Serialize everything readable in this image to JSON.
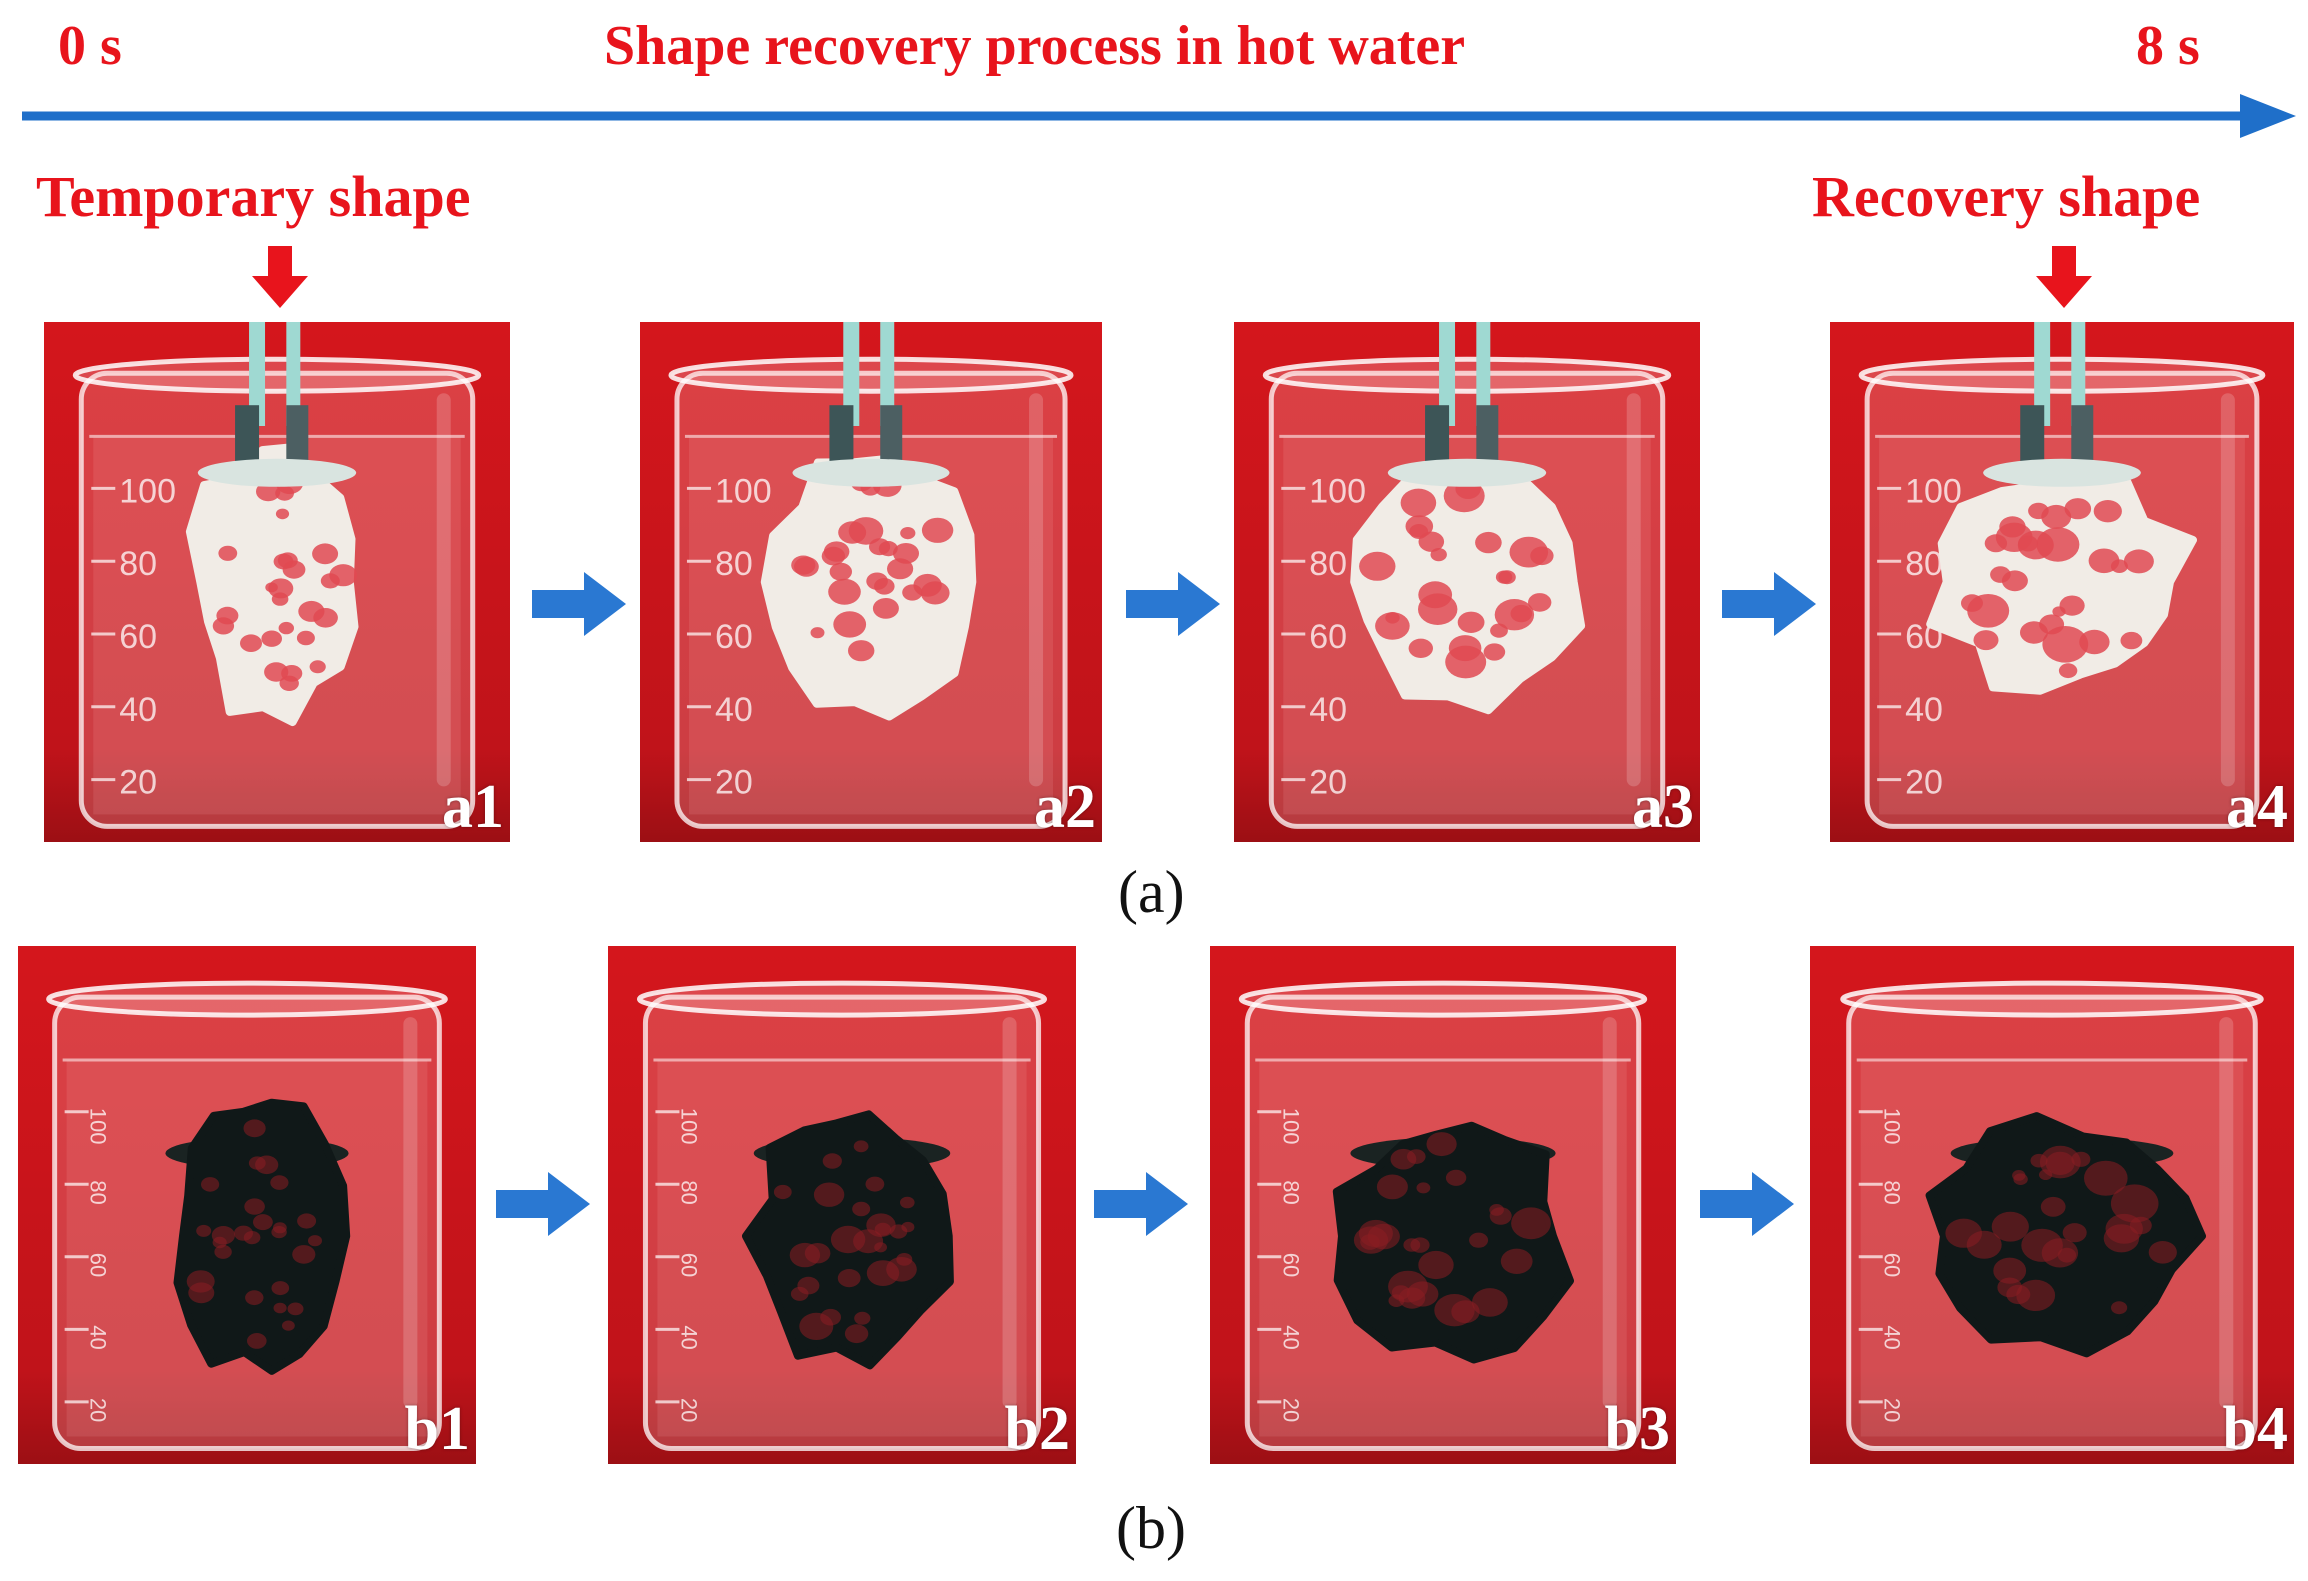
{
  "timeline": {
    "start_label": "0 s",
    "title": "Shape recovery process in hot water",
    "end_label": "8 s",
    "arrow_color": "#1f6fc9"
  },
  "annotations": {
    "temporary": "Temporary shape",
    "recovery": "Recovery shape",
    "text_color": "#e8141c"
  },
  "colors": {
    "backdrop": "#d4161c",
    "step_arrow": "#2a78d2",
    "row_a_structure": "#f1ece6",
    "row_b_structure": "#101818"
  },
  "beaker_graduations": [
    "100",
    "80",
    "60",
    "40",
    "20"
  ],
  "row_a": {
    "caption": "(a)",
    "panels": [
      {
        "label": "a1",
        "expansion": 0.0
      },
      {
        "label": "a2",
        "expansion": 0.33
      },
      {
        "label": "a3",
        "expansion": 0.67
      },
      {
        "label": "a4",
        "expansion": 1.0
      }
    ]
  },
  "row_b": {
    "caption": "(b)",
    "panels": [
      {
        "label": "b1",
        "expansion": 0.0
      },
      {
        "label": "b2",
        "expansion": 0.33
      },
      {
        "label": "b3",
        "expansion": 0.67
      },
      {
        "label": "b4",
        "expansion": 1.0
      }
    ]
  },
  "icons": {
    "timeline_arrow": "right-arrow-icon",
    "pointer_arrow": "down-arrow-icon",
    "step_arrow": "right-arrow-icon"
  }
}
